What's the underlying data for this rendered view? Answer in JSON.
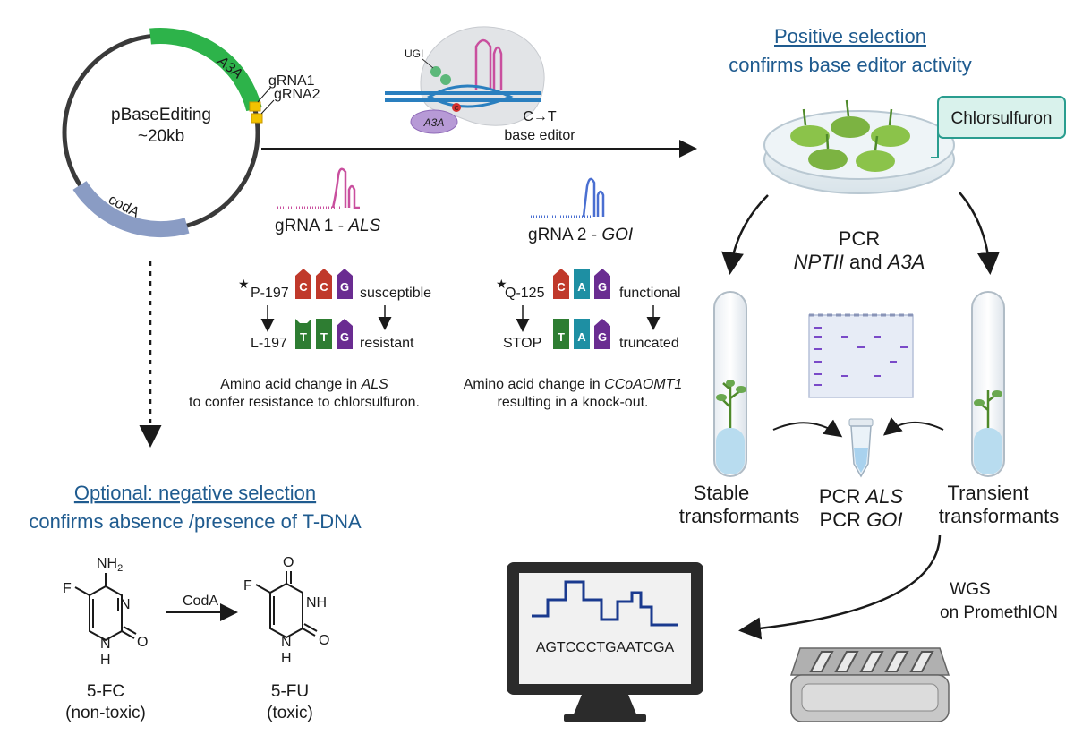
{
  "plasmid": {
    "name": "pBaseEditing",
    "size": "~20kb",
    "segments": {
      "a3a": "A3A",
      "coda": "codA"
    },
    "grna1": "gRNA1",
    "grna2": "gRNA2"
  },
  "editor": {
    "ugi": "UGI",
    "a3a": "A3A",
    "c_mark": "C",
    "conversion": "C→T",
    "label": "base editor"
  },
  "guides": {
    "g1": {
      "prefix": "gRNA 1 - ",
      "gene": "ALS"
    },
    "g2": {
      "prefix": "gRNA 2 - ",
      "gene": "GOI"
    }
  },
  "als_edit": {
    "before_residue": "P-197",
    "after_residue": "L-197",
    "before_codon": [
      "C",
      "C",
      "G"
    ],
    "after_codon": [
      "T",
      "T",
      "G"
    ],
    "before_state": "susceptible",
    "after_state": "resistant",
    "caption_line1_prefix": "Amino acid change in ",
    "caption_line1_gene": "ALS",
    "caption_line2": "to confer resistance to chlorsulfuron."
  },
  "goi_edit": {
    "before_residue": "Q-125",
    "after_residue": "STOP",
    "before_codon": [
      "C",
      "A",
      "G"
    ],
    "after_codon": [
      "T",
      "A",
      "G"
    ],
    "before_state": "functional",
    "after_state": "truncated",
    "caption_line1_prefix": "Amino acid change in ",
    "caption_line1_gene": "CCoAOMT1",
    "caption_line2": "resulting in a knock-out."
  },
  "positive_selection": {
    "title": "Positive selection",
    "subtitle": "confirms base editor activity",
    "callout": "Chlorsulfuron"
  },
  "pcr_top": {
    "line1": "PCR",
    "gene1": "NPTII",
    "joiner": " and ",
    "gene2": "A3A"
  },
  "transformants": {
    "stable_line1": "Stable",
    "stable_line2": "transformants",
    "transient_line1": "Transient",
    "transient_line2": "transformants"
  },
  "pcr_center": {
    "line1_prefix": "PCR ",
    "line1_gene": "ALS",
    "line2_prefix": "PCR ",
    "line2_gene": "GOI"
  },
  "negative_selection": {
    "title": "Optional: negative selection",
    "subtitle": "confirms absence /presence of T-DNA"
  },
  "chemistry": {
    "enzyme": "CodA",
    "substrate_name": "5-FC",
    "substrate_note": "(non-toxic)",
    "product_name": "5-FU",
    "product_note": "(toxic)",
    "atoms": {
      "nh2": "NH",
      "nh2_sub": "2",
      "f": "F",
      "n": "N",
      "h": "H",
      "o": "O",
      "nh": "NH"
    }
  },
  "sequencing": {
    "method": "WGS",
    "platform": "on PromethION",
    "sequence": "AGTCCCTGAATCGA"
  },
  "colors": {
    "a3a": "#2db34a",
    "coda": "#8a9cc4",
    "heading": "#1f5b8f",
    "tile_c": "#c0392b",
    "tile_t": "#2e7d32",
    "tile_a": "#1e8fa3",
    "tile_g": "#6a2c91",
    "plate_green": "#8bc34a",
    "callout_fill": "#d9f2ec",
    "callout_stroke": "#2a9d8f",
    "trace": "#1a3a8f"
  }
}
